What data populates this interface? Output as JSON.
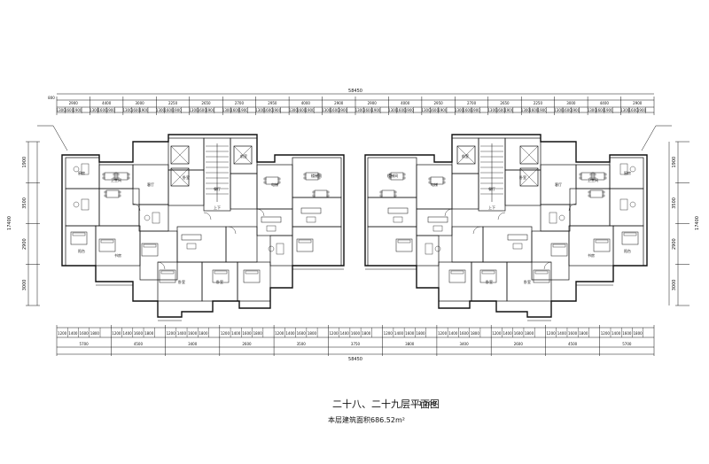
{
  "drawing": {
    "title": "二十八、二十九层平面图",
    "scale": "1:200",
    "area_label": "本层建筑面积686.52m²",
    "overall_width": "58450",
    "overall_depth": "17400",
    "left_offset": "800",
    "top_dims": [
      "2900",
      "4400",
      "3000",
      "2250",
      "2650",
      "2700",
      "2950",
      "4000",
      "2900",
      "2900",
      "4000",
      "2950",
      "2700",
      "2650",
      "2250",
      "3000",
      "4400",
      "2900"
    ],
    "bottom_dims": [
      "5700",
      "4500",
      "3400",
      "2600",
      "3500",
      "3750",
      "3800",
      "3400",
      "2600",
      "4500",
      "5700"
    ],
    "left_dims": [
      "1900",
      "3500",
      "2900",
      "3000"
    ],
    "right_dims": [
      "1900",
      "3500",
      "2900",
      "3000"
    ],
    "stair_label": "上下",
    "room_labels": [
      "厨房",
      "卫生间",
      "客厅",
      "卧室",
      "餐厅",
      "前室",
      "电梯",
      "楼梯间",
      "阳台",
      "书房",
      "卧室",
      "卧室"
    ]
  }
}
